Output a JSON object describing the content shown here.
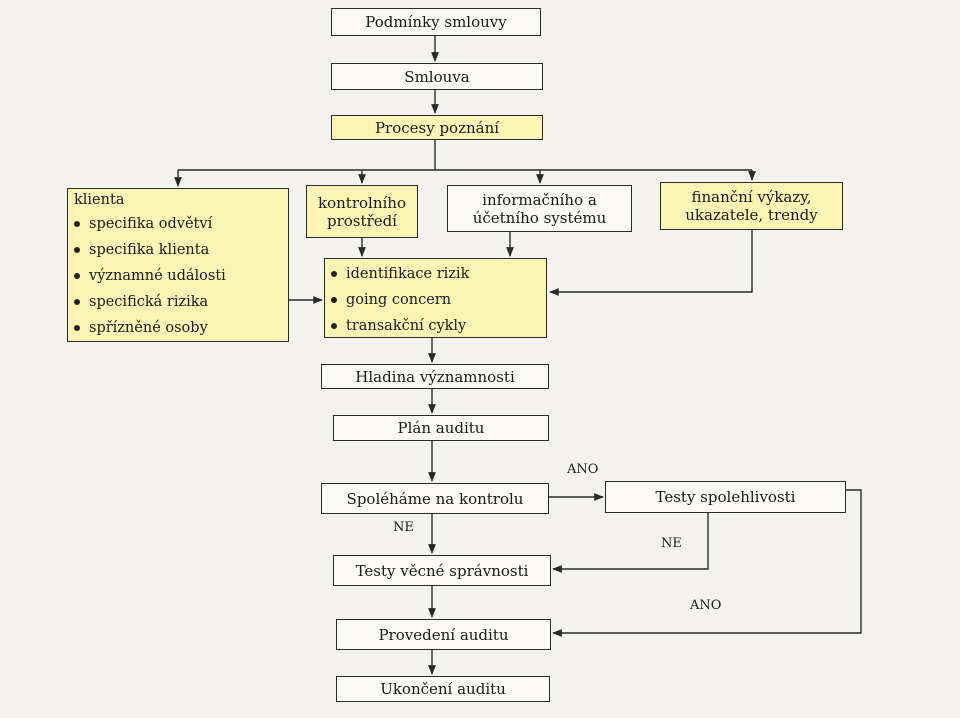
{
  "title_box": "Podmínky smlouvy",
  "contract": "Smlouva",
  "knowledge": "Procesy poznání",
  "client": {
    "title": "klienta",
    "items": [
      "specifika odvětví",
      "specifika klienta",
      "významné události",
      "specifická rizika",
      "spřízněné osoby"
    ]
  },
  "control_env": [
    "kontrolního",
    "prostředí"
  ],
  "info_system": [
    "informačního a",
    "účetního systému"
  ],
  "financial": [
    "finanční výkazy,",
    "ukazatele, trendy"
  ],
  "risk": {
    "items": [
      "identifikace rizik",
      "going concern",
      "transakční cykly"
    ]
  },
  "materiality": "Hladina významnosti",
  "audit_plan": "Plán auditu",
  "rely_control": "Spoléháme na kontrolu",
  "reliability_tests": "Testy spolehlivosti",
  "substantive_tests": "Testy věcné správnosti",
  "audit_execution": "Provedení auditu",
  "audit_end": "Ukončení auditu",
  "labels": {
    "yes_top": "ANO",
    "no_left": "NE",
    "no_right": "NE",
    "yes_right": "ANO"
  },
  "colors": {
    "highlight": "#fbf4b4",
    "line": "#2a2a2a"
  }
}
